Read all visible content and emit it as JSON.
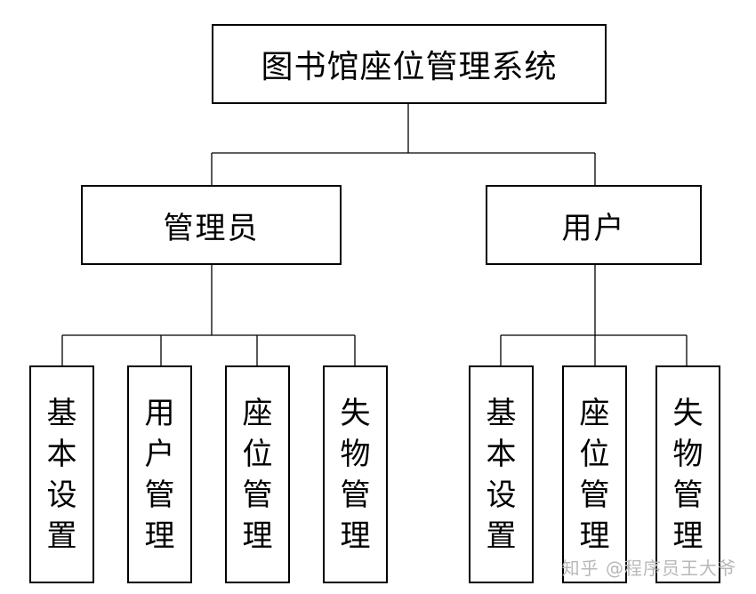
{
  "root": {
    "label": "图书馆座位管理系统"
  },
  "roles": [
    {
      "label": "管理员",
      "modules": [
        "基本设置",
        "用户管理",
        "座位管理",
        "失物管理"
      ]
    },
    {
      "label": "用户",
      "modules": [
        "基本设置",
        "座位管理",
        "失物管理"
      ]
    }
  ],
  "watermark": "知乎 @程序员王大爷"
}
